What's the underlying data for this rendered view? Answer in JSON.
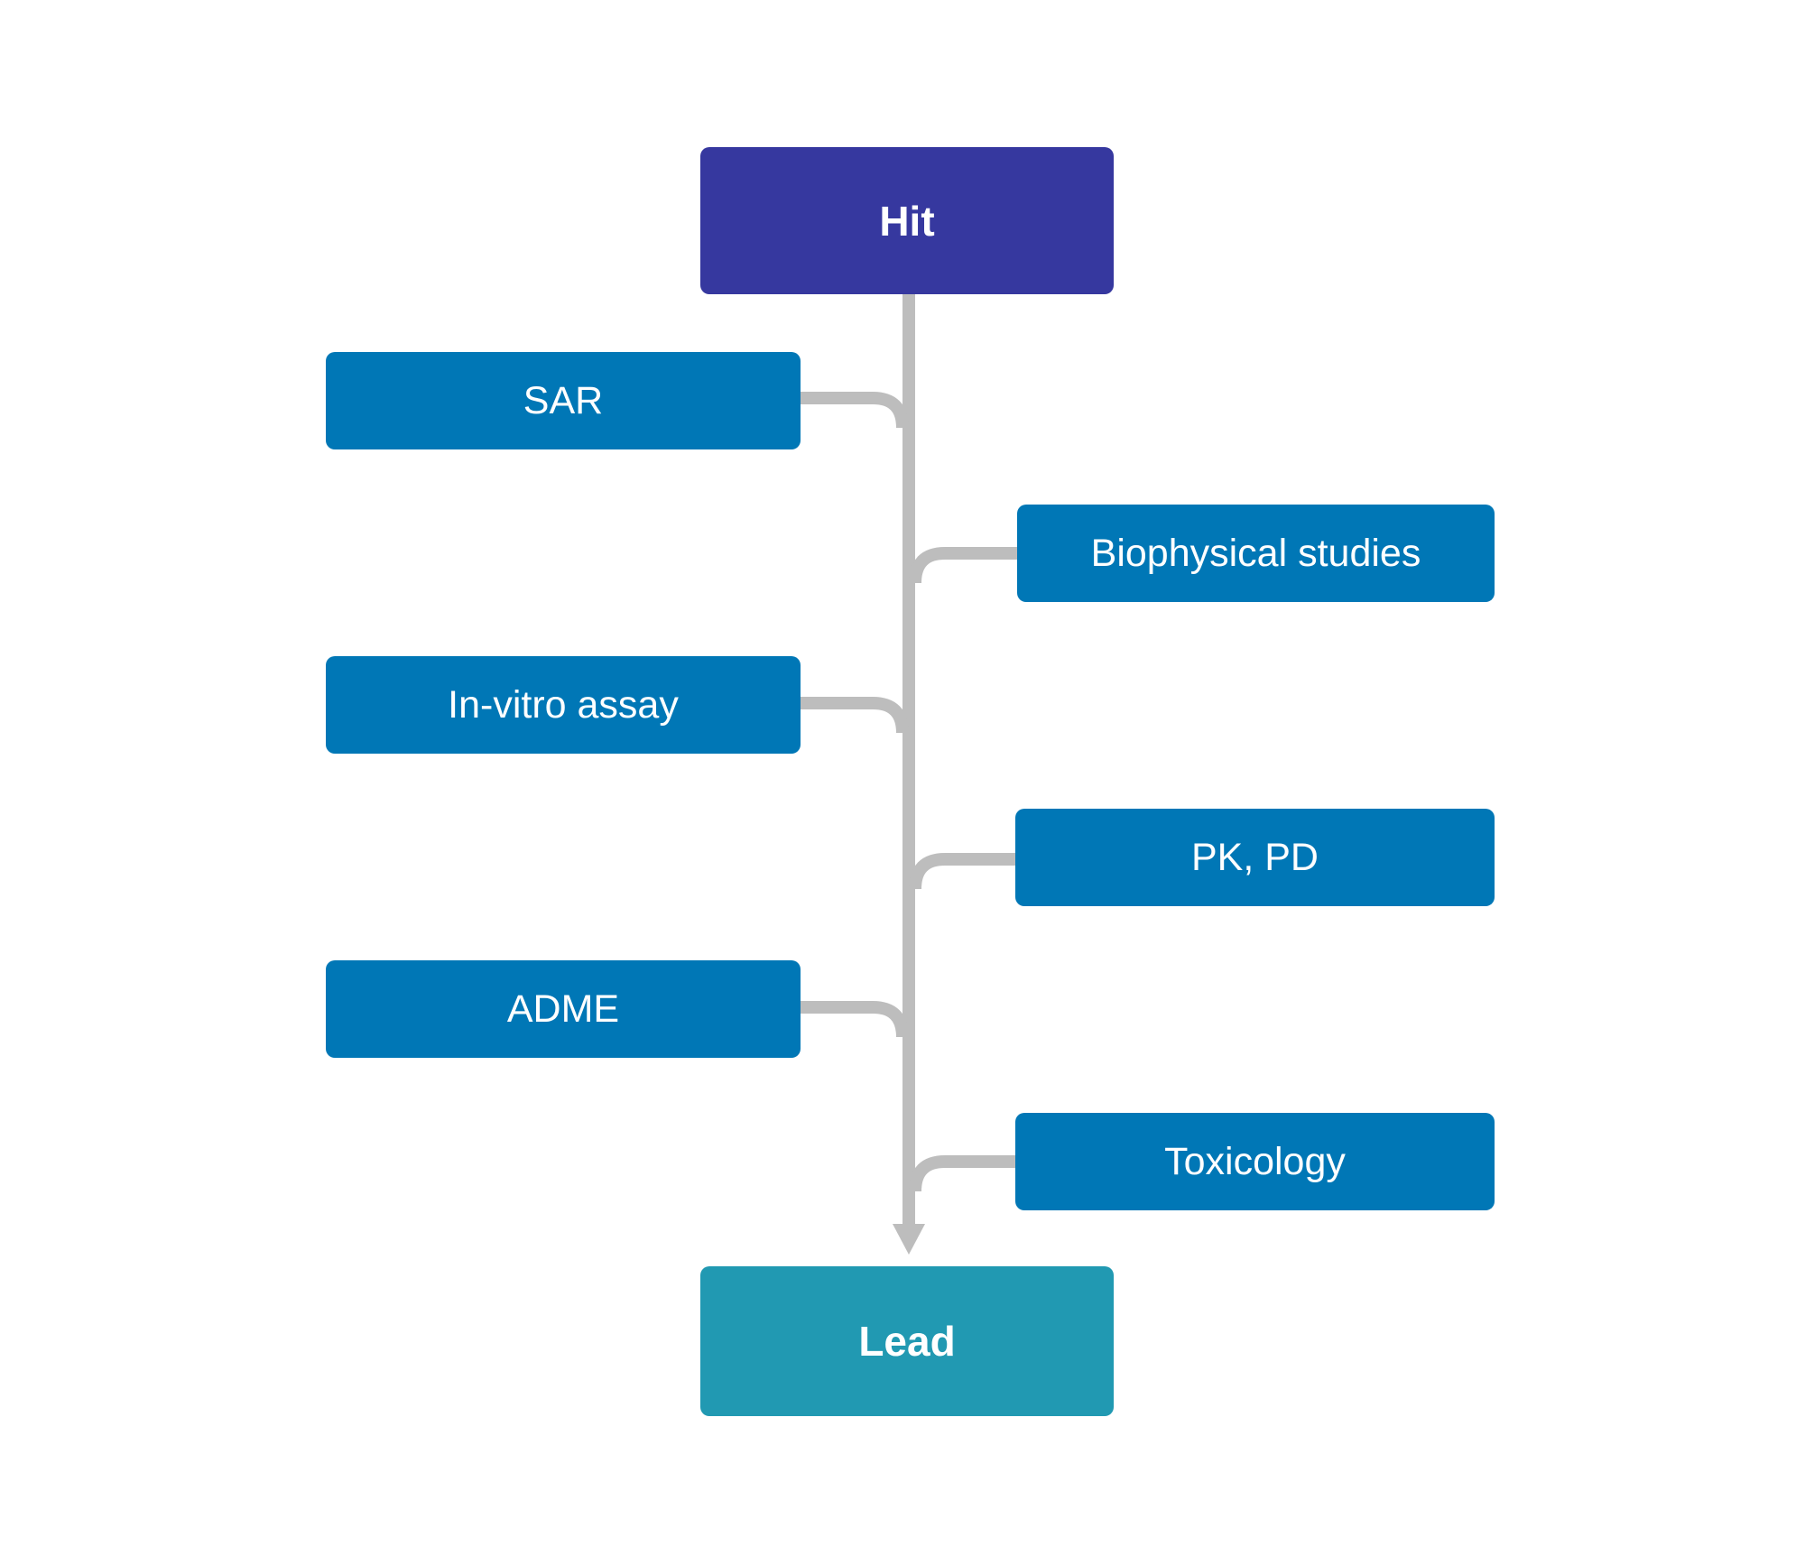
{
  "nodes": {
    "hit": "Hit",
    "lead": "Lead",
    "left_steps": [
      "SAR",
      "In-vitro assay",
      "ADME"
    ],
    "right_steps": [
      "Biophysical studies",
      "PK, PD",
      "Toxicology"
    ]
  },
  "colors": {
    "hit": "#36389F",
    "lead": "#2199B2",
    "step": "#0077B6",
    "connector": "#BDBDBD",
    "background": "#FFFFFF"
  }
}
